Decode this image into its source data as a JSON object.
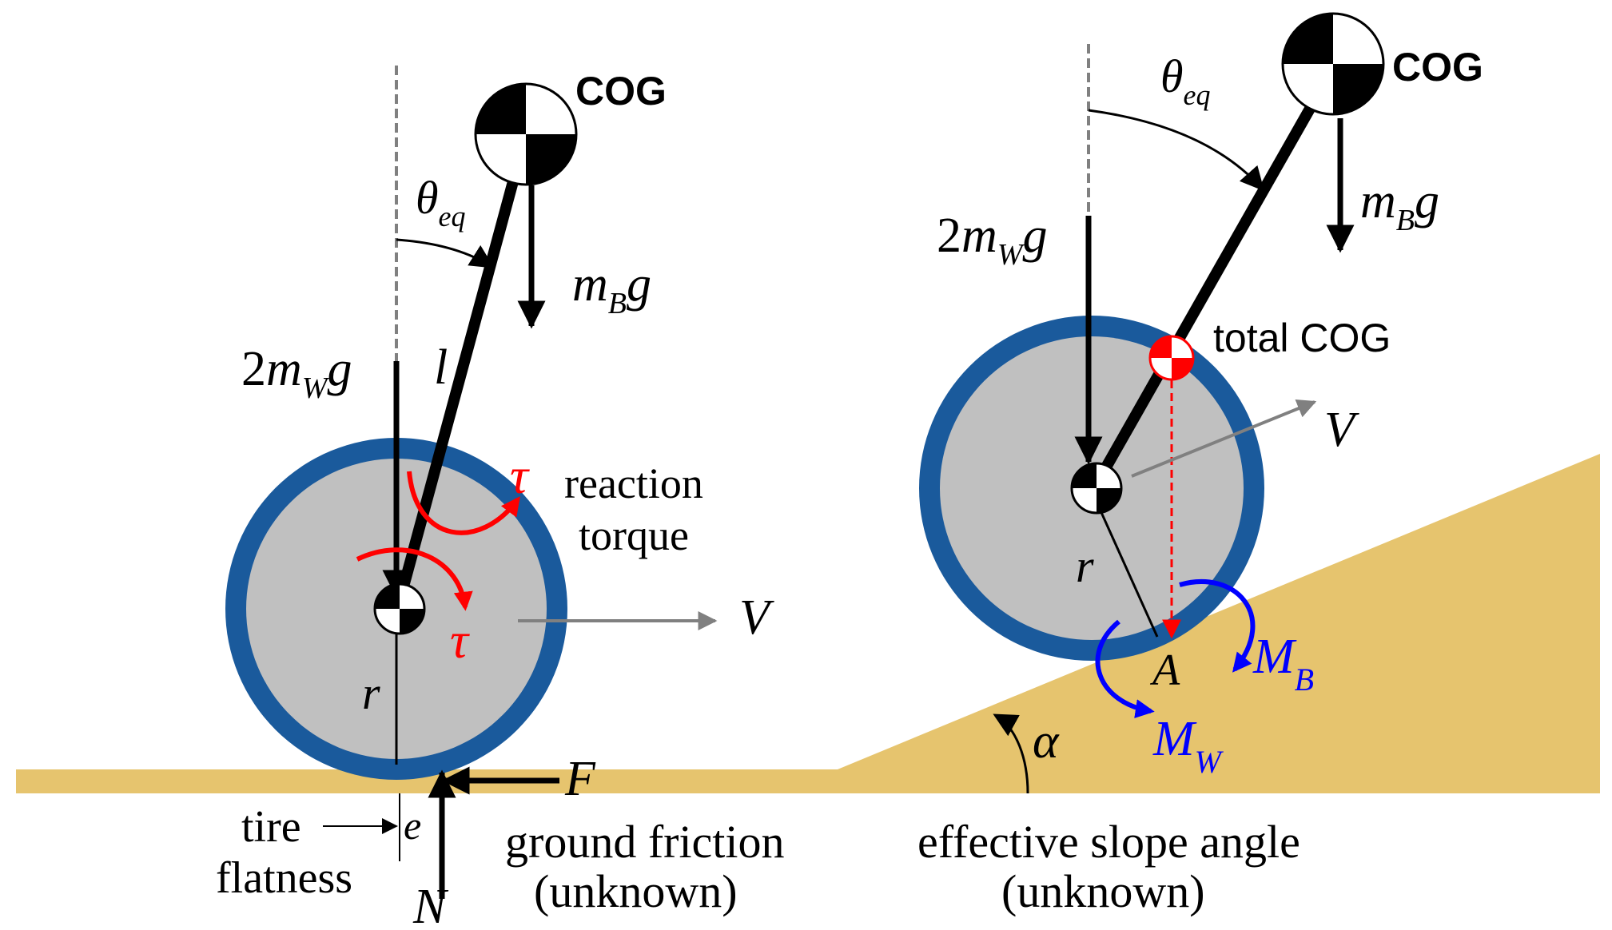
{
  "colors": {
    "ground": "#e6c46e",
    "tire": "#1a5a9c",
    "wheel": "#c0c0c0",
    "torque": "#ff0000",
    "moment": "#0000ff",
    "velocity": "#808080",
    "ink": "#000000"
  },
  "left": {
    "cog_label": "COG",
    "theta": "θ",
    "theta_sub": "eq",
    "mb_m": "m",
    "mb_sub": "B",
    "mb_g": "g",
    "mw_coef": "2",
    "mw_m": "m",
    "mw_sub": "W",
    "mw_g": "g",
    "l_label": "l",
    "tau_top": "τ",
    "tau_bottom": "τ",
    "reaction_line1": "reaction",
    "reaction_line2": "torque",
    "v_label": "V",
    "r_label": "r",
    "f_label": "F",
    "n_label": "N",
    "e_label": "e",
    "tire_line1": "tire",
    "tire_line2": "flatness",
    "friction_line1": "ground friction",
    "friction_line2": "(unknown)"
  },
  "right": {
    "cog_label": "COG",
    "theta": "θ",
    "theta_sub": "eq",
    "mb_m": "m",
    "mb_sub": "B",
    "mb_g": "g",
    "mw_coef": "2",
    "mw_m": "m",
    "mw_sub": "W",
    "mw_g": "g",
    "total_cog": "total COG",
    "v_label": "V",
    "r_label": "r",
    "a_label": "A",
    "MB_m": "M",
    "MB_sub": "B",
    "MW_m": "M",
    "MW_sub": "W",
    "alpha": "α",
    "slope_line1": "effective slope angle",
    "slope_line2": "(unknown)"
  }
}
